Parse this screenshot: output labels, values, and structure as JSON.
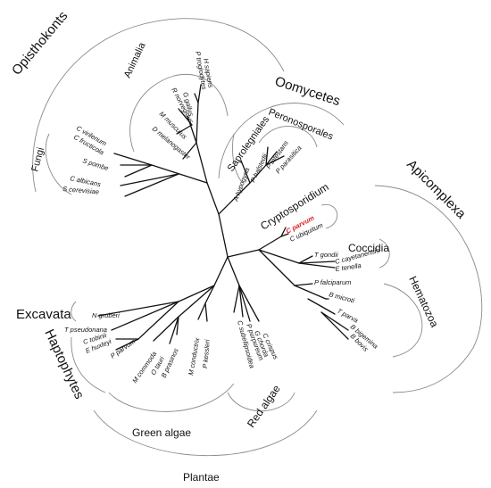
{
  "groups": {
    "opisthokonts": "Opisthokonts",
    "animalia": "Animalia",
    "fungi": "Fungi",
    "oomycetes": "Oomycetes",
    "peronosporales": "Peronosporales",
    "saprolegniales": "Saprolegniales",
    "apicomplexa": "Apicomplexa",
    "cryptosporidium": "Cryptosporidium",
    "coccidia": "Coccidia",
    "hematozoa": "Hematozoa",
    "excavata": "Excavata",
    "haptophytes": "Haptophytes",
    "green_algae": "Green algae",
    "red_algae": "Red algae",
    "plantae": "Plantae"
  },
  "taxa": {
    "h_sapiens": "H sapiens",
    "p_troglodytes": "P troglodytes",
    "g_gallus": "G gallus",
    "r_norvegicus": "R norvegicus",
    "m_musculus": "M musculus",
    "d_melanogaster": "D melanogaster",
    "c_virilenum": "C virilenum",
    "c_fructicola": "C fructicola",
    "s_pombe": "S pombe",
    "c_albicans": "C albicans",
    "s_cerevisiae": "S cerevisiae",
    "a_hypogyna": "A hypogyna",
    "p_halstedii": "P halstedii",
    "p_infestans": "P infestans",
    "p_parasitica": "P parasitica",
    "c_parvum": "C parvum",
    "c_ubiquitum": "C ubiquitum",
    "t_gondii": "T gondii",
    "c_cayetanensis": "C cayetanensis",
    "e_tenella": "E tenella",
    "p_falciparum": "P falciparum",
    "b_microti": "B microti",
    "t_parva": "T parva",
    "b_bigemina": "B bigemina",
    "b_bovis": "B bovis",
    "n_gruberi": "N gruberi",
    "t_pseudonana": "T pseudonana",
    "c_tobinii": "C tobinii",
    "e_huxleyi": "E huxleyi",
    "p_parvum": "P parvum",
    "m_commoda": "M commoda",
    "o_tauri": "O tauri",
    "b_prasinos": "B prasinos",
    "m_conductrix": "M conductrix",
    "p_kessleri": "P kessleri",
    "c_subellipsoidea": "C subellipsoidea",
    "p_purpureum": "P purpureum",
    "g_chorda": "G chorda",
    "c_crispus": "C crispus"
  },
  "colors": {
    "branch": "#111111",
    "bracket": "#8a8a8a",
    "highlight": "#e0191c"
  }
}
